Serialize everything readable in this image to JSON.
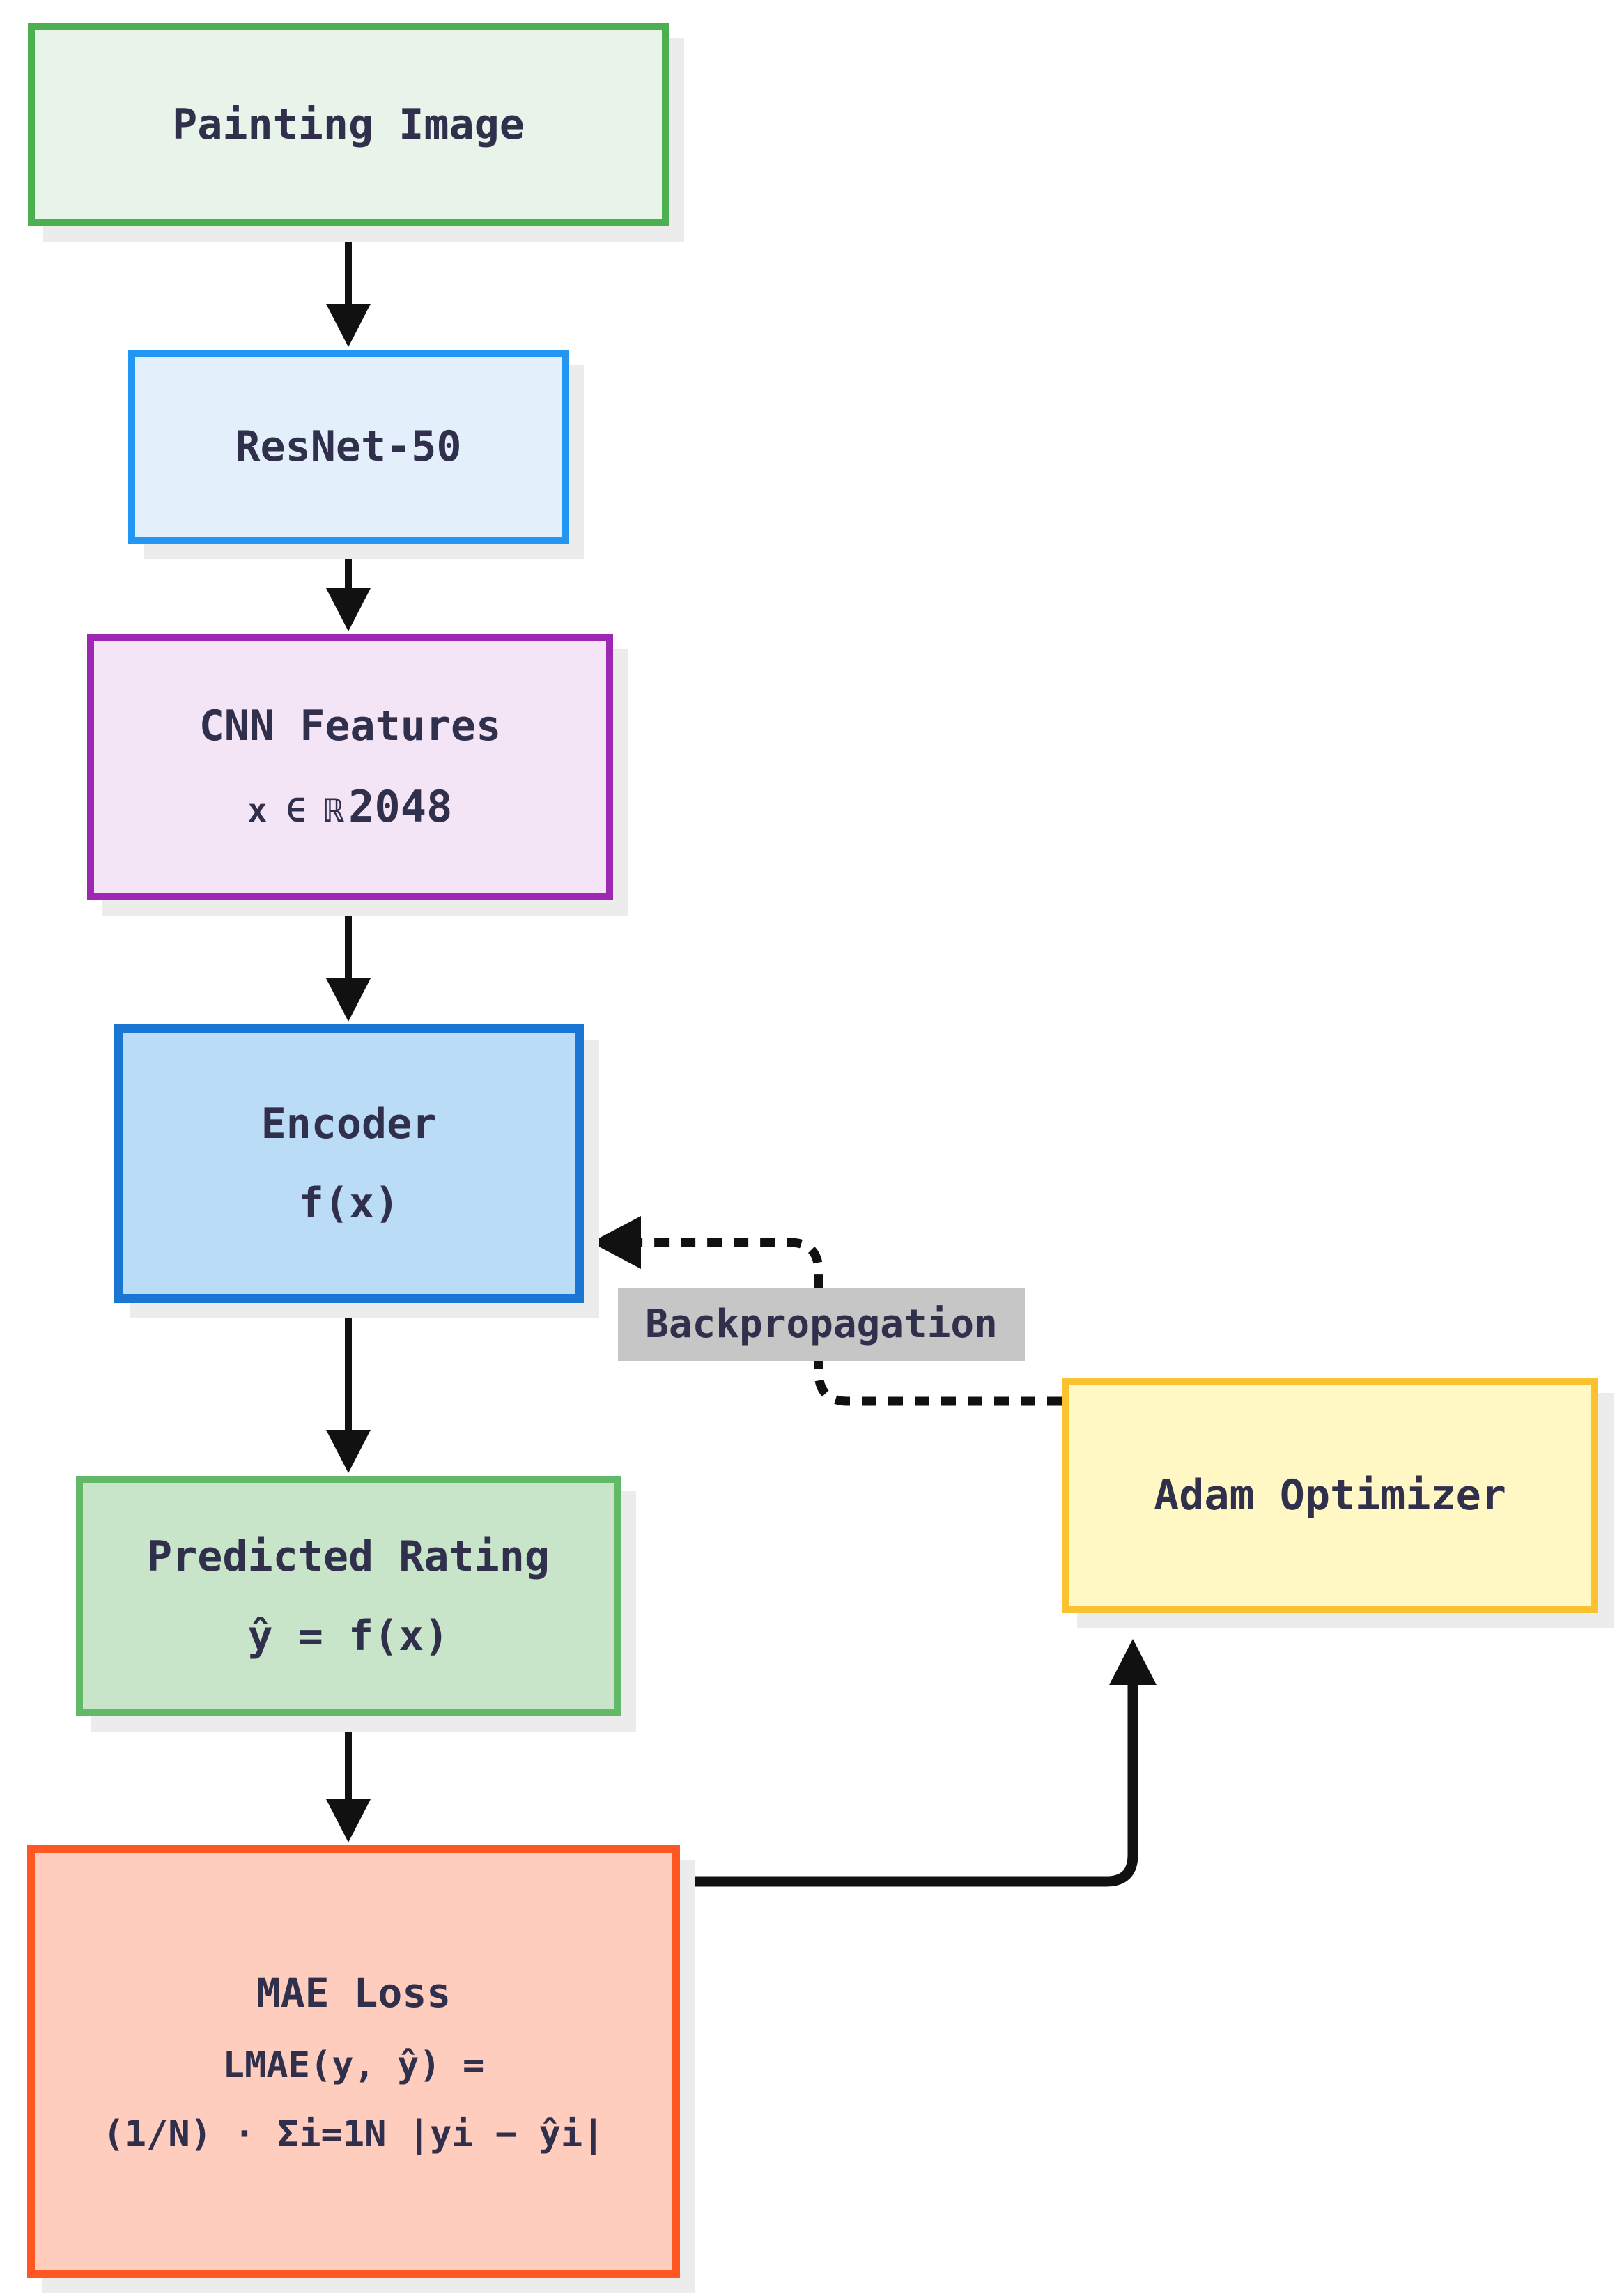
{
  "colors": {
    "canvas": "#ffffff",
    "text": "#30304d",
    "shadow": "#ececec",
    "arrow": "#111111",
    "label_bg": "#c6c6c6",
    "painting_border": "#4caf50",
    "painting_fill": "#e8f4e9",
    "resnet_border": "#2196f3",
    "resnet_fill": "#e3f0fb",
    "cnn_border": "#9e28b3",
    "cnn_fill": "#f3e4f6",
    "encoder_border": "#1976d2",
    "encoder_fill": "#badcf6",
    "predicted_border": "#62ba69",
    "predicted_fill": "#c8e4c9",
    "mae_border": "#ff5722",
    "mae_fill": "#fecdbd",
    "adam_border": "#f9c22e",
    "adam_fill": "#fff8c5"
  },
  "nodes": {
    "painting_image": {
      "title": "Painting Image"
    },
    "resnet": {
      "title": "ResNet-50"
    },
    "cnn_features": {
      "title": "CNN Features",
      "formula_prefix": "x ∈ ℝ",
      "formula_dim": "2048"
    },
    "encoder": {
      "title": "Encoder",
      "formula": "f(x)"
    },
    "predicted_rating": {
      "title": "Predicted Rating",
      "formula": "ŷ = f(x)"
    },
    "mae_loss": {
      "title": "MAE Loss",
      "formula_line1": "LMAE(y, ŷ) =",
      "formula_line2": "(1/N) · Σi=1N |yi − ŷi|"
    },
    "adam_optimizer": {
      "title": "Adam Optimizer"
    }
  },
  "edges": {
    "backprop_label": "Backpropagation"
  }
}
